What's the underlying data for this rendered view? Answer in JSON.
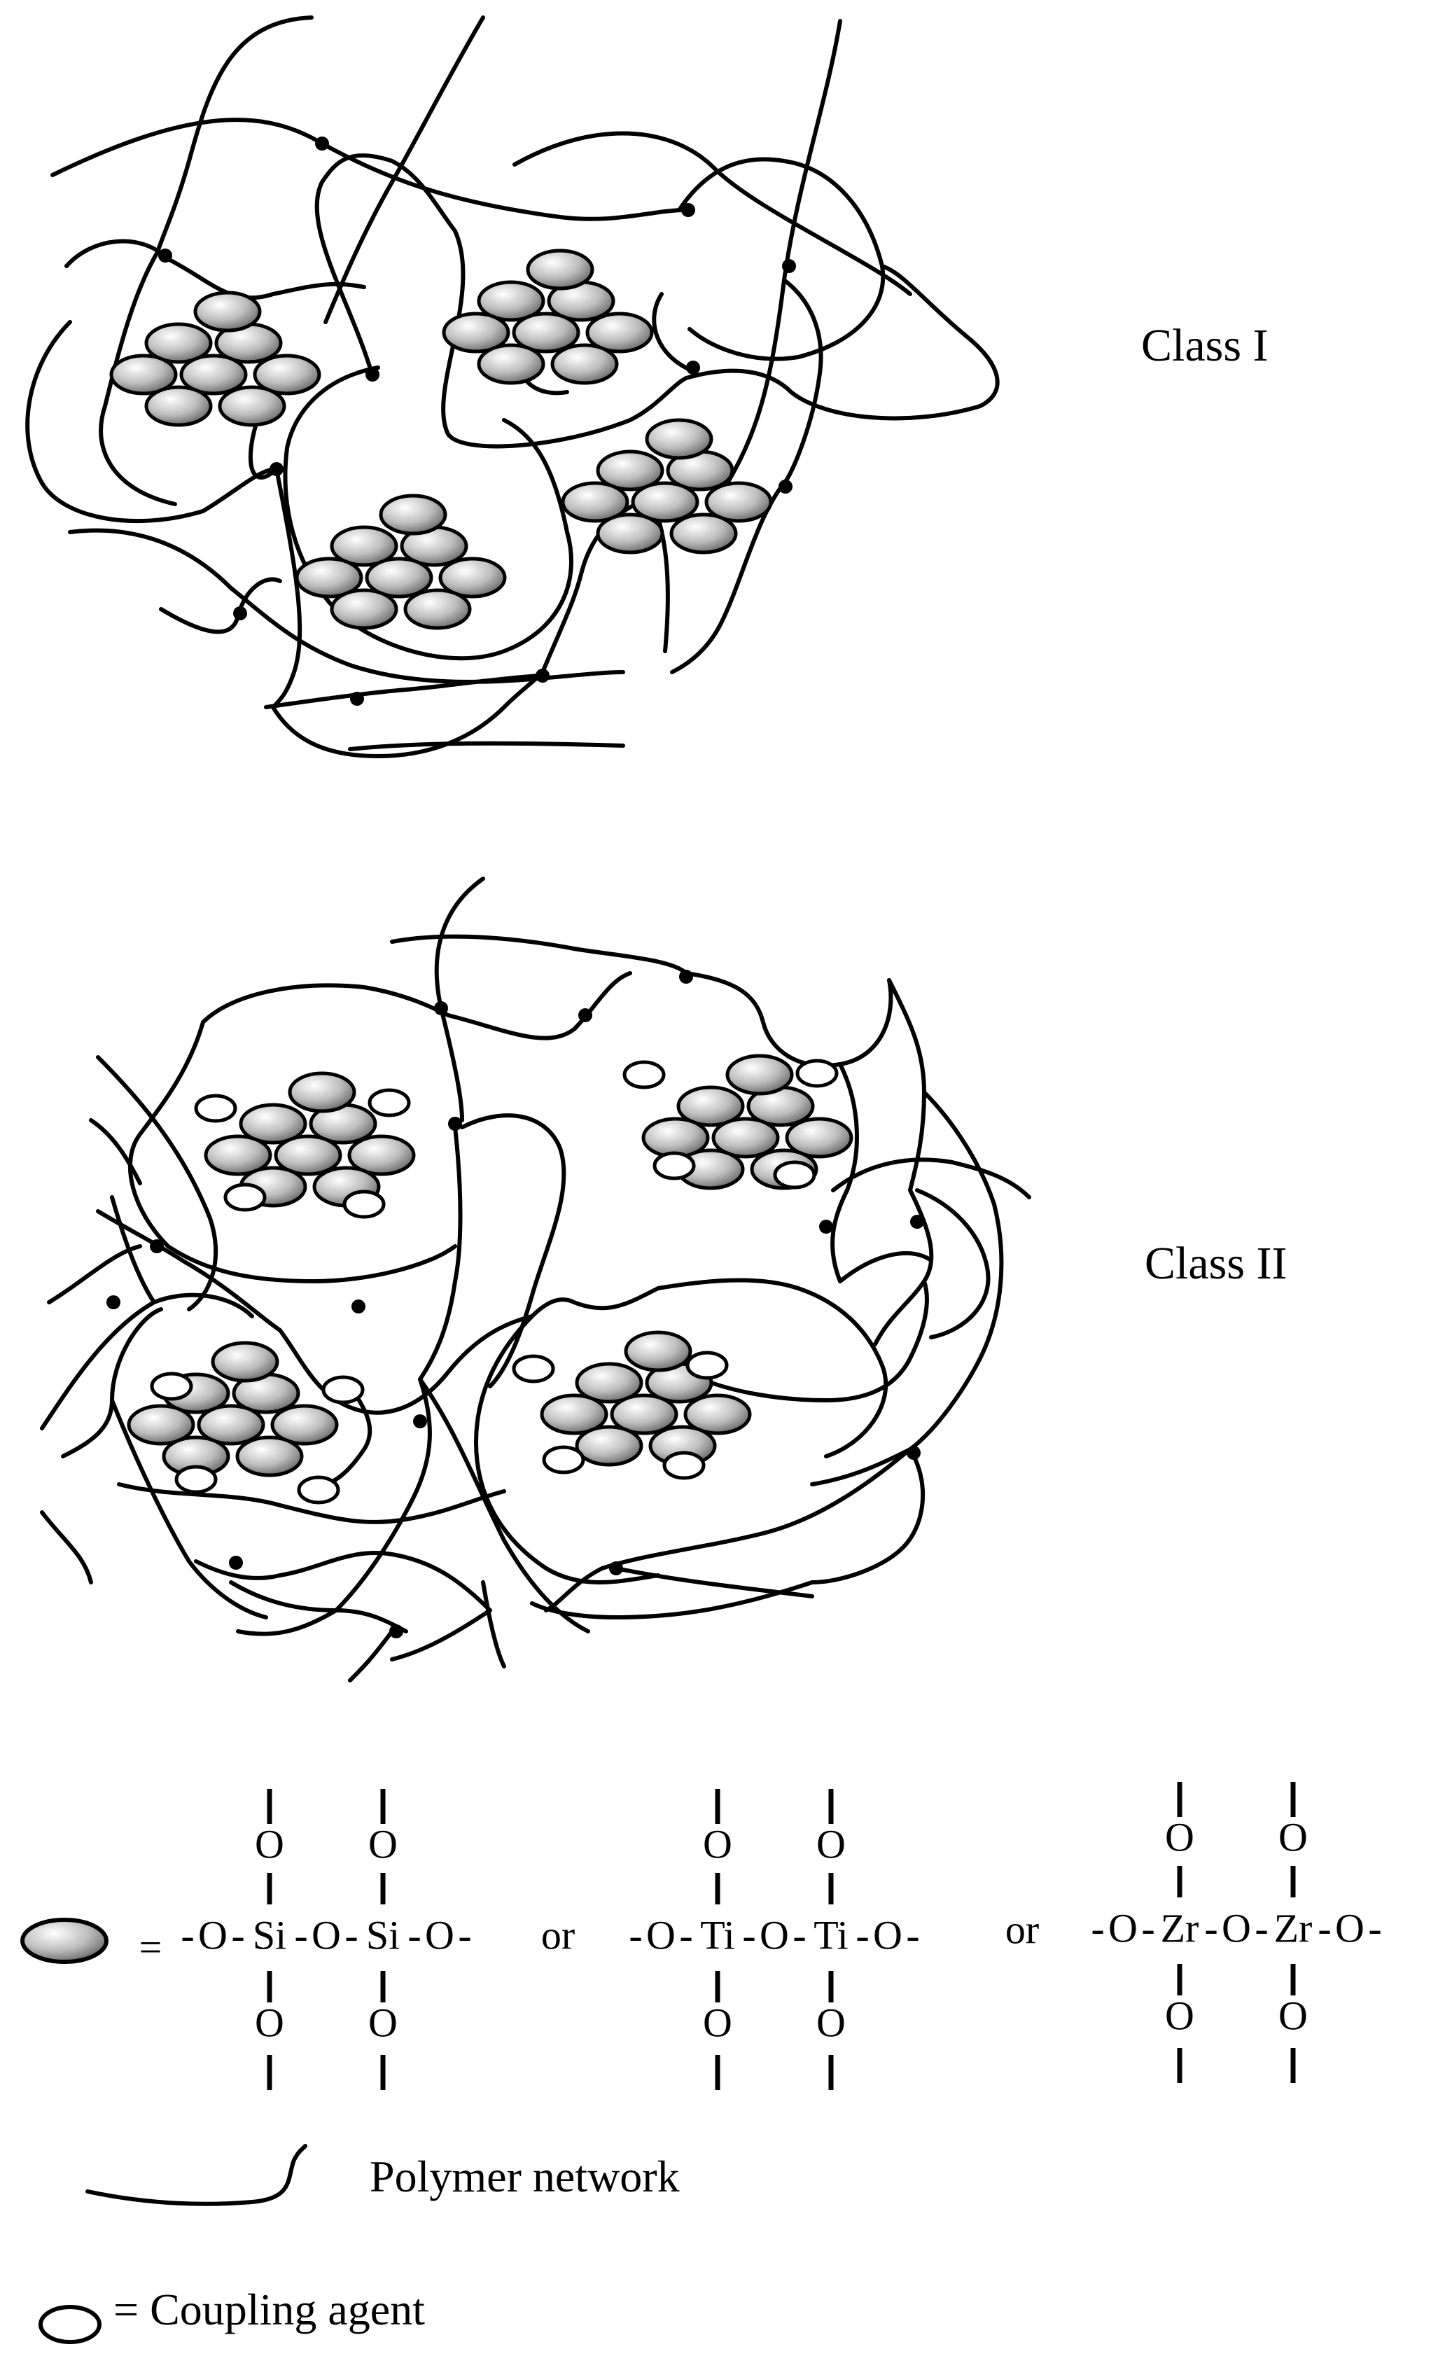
{
  "class_labels": {
    "class1": "Class I",
    "class2": "Class II"
  },
  "chem": {
    "dash": "-",
    "o": "O",
    "or": "or",
    "equals": "=",
    "si": "Si",
    "ti": "Ti",
    "zr": "Zr"
  },
  "legend": {
    "polymer": "Polymer network",
    "coupling": "= Coupling agent"
  },
  "colors": {
    "ink": "#000000",
    "cluster_light": "#ffffff",
    "cluster_dark": "#6e6e6e"
  }
}
